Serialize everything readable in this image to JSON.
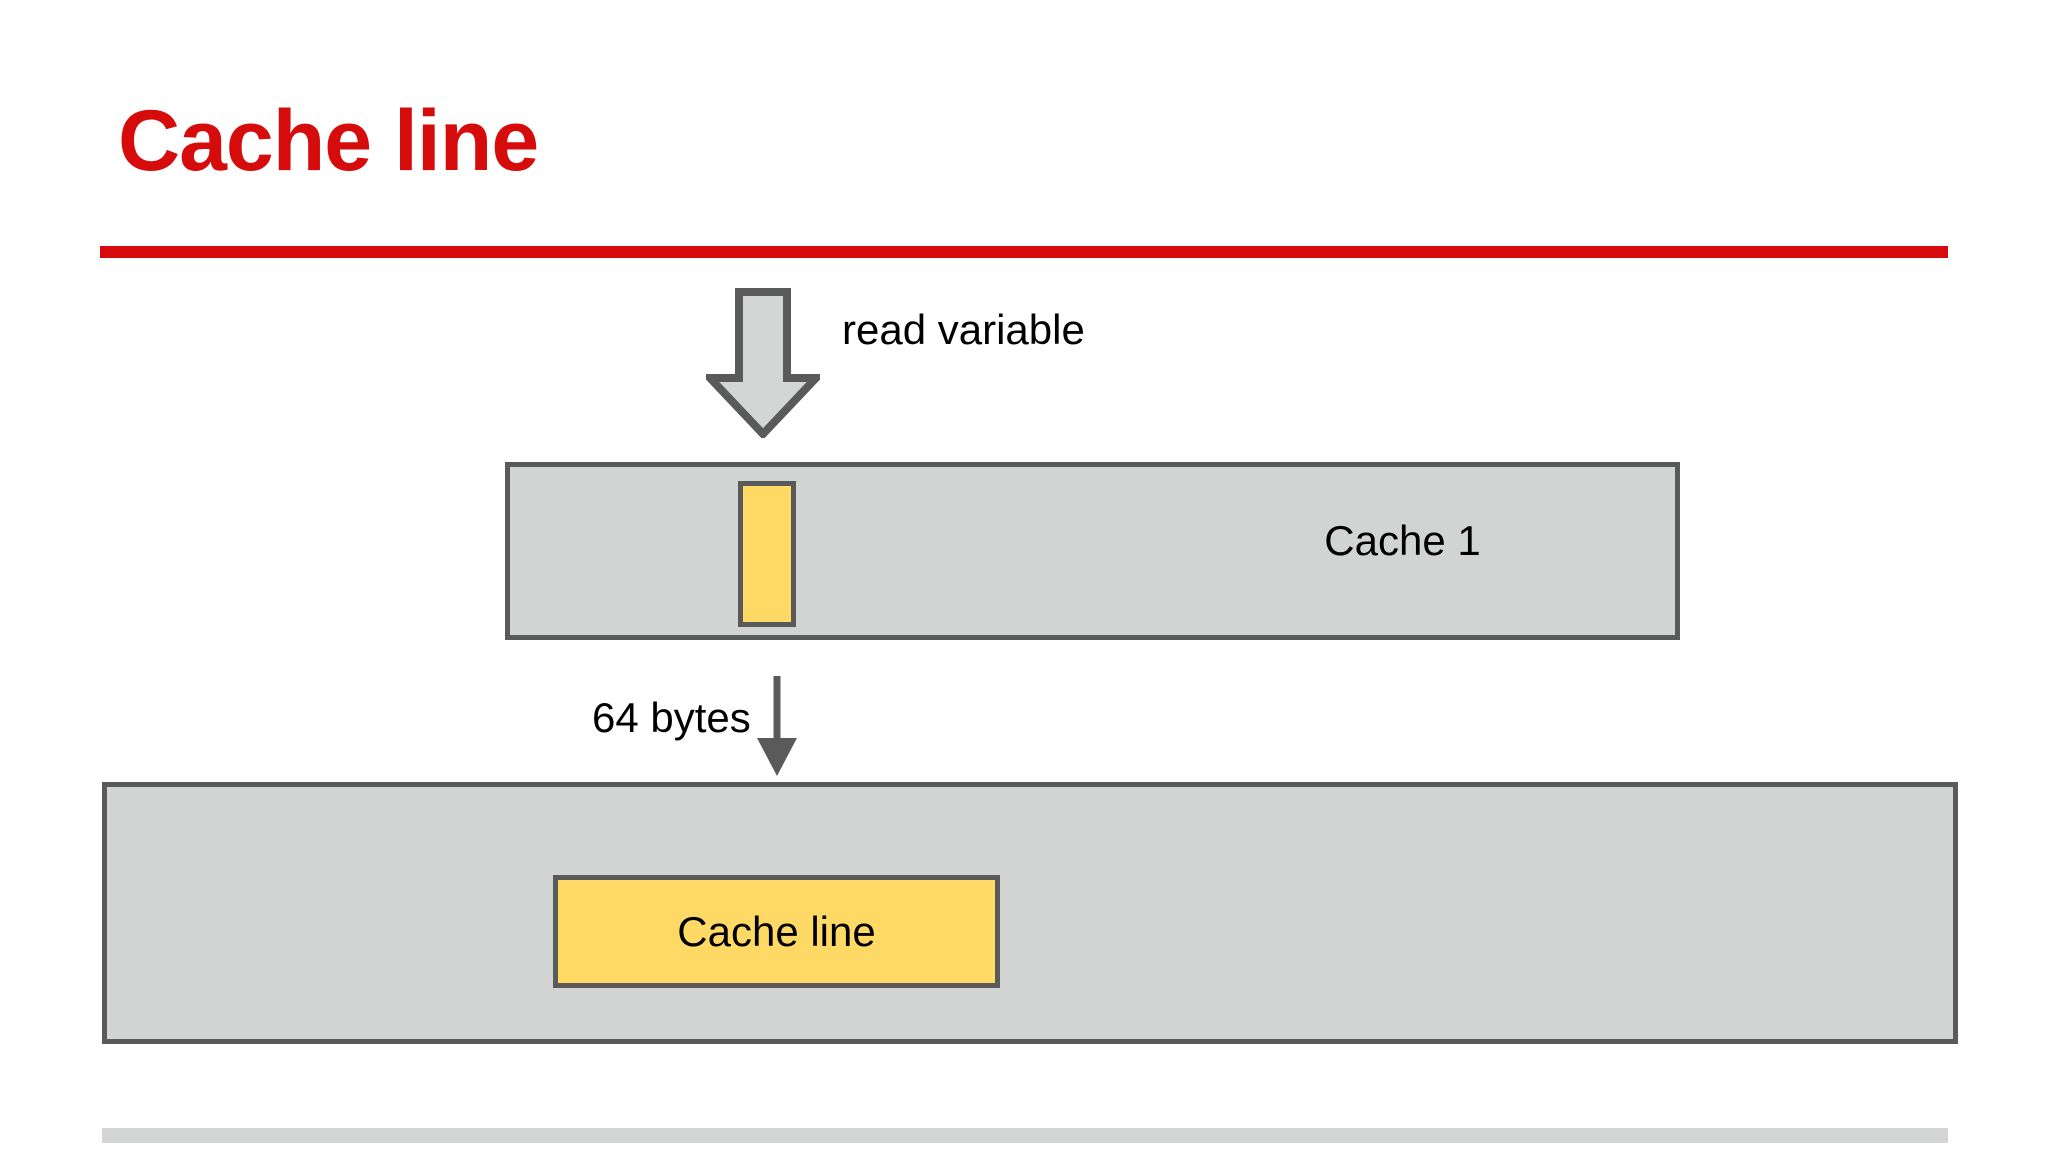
{
  "slide": {
    "title": "Cache line",
    "accent_color": "#d60b0b",
    "background_color": "#ffffff",
    "box_fill_color": "#d2d4d3",
    "box_border_color": "#5a5a5a",
    "highlight_color": "#ffd966",
    "arrow_fill_color": "#d4d6d5"
  },
  "diagram": {
    "read_arrow": {
      "icon": "block-down-arrow-icon",
      "label": "read variable"
    },
    "cache_box": {
      "label": "Cache 1",
      "variable_block": {
        "icon": "variable-block-icon",
        "label": ""
      }
    },
    "transfer_arrow": {
      "icon": "down-arrow-icon",
      "label": "64 bytes"
    },
    "memory_box": {
      "label": "",
      "cache_line_block": {
        "label": "Cache line"
      }
    }
  }
}
